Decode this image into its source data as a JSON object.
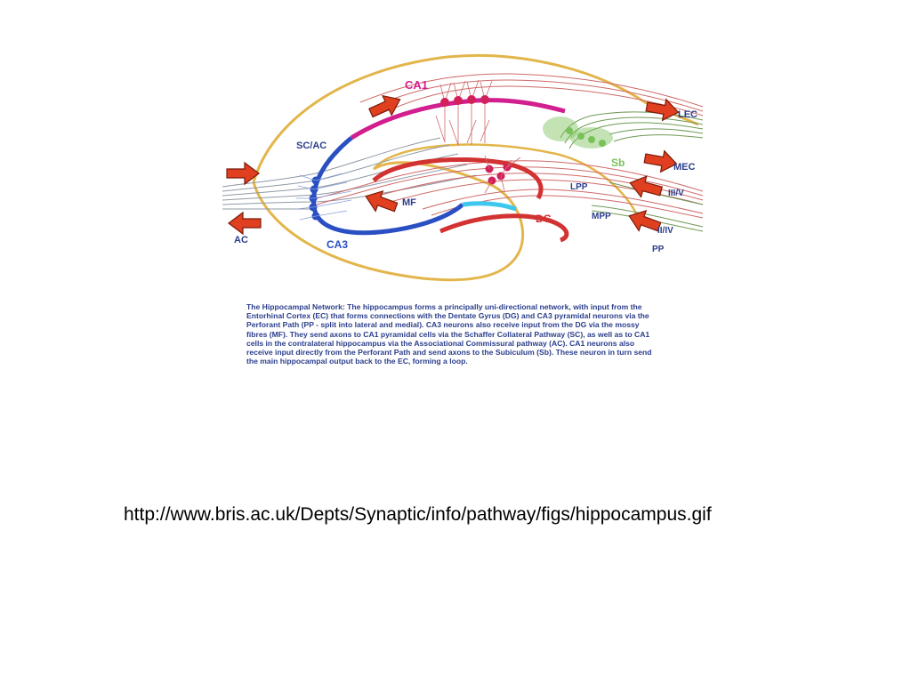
{
  "diagram": {
    "labels": {
      "ca1": "CA1",
      "sc_ac": "SC/AC",
      "ac": "AC",
      "ca3": "CA3",
      "mf": "MF",
      "dg": "DG",
      "lpp": "LPP",
      "mpp": "MPP",
      "sb": "Sb",
      "lec": "LEC",
      "mec": "MEC",
      "iii_v": "III/V",
      "ii_iv": "II/IV",
      "pp": "PP"
    },
    "colors": {
      "outline": "#e3b54a",
      "ca1": "#d21f8f",
      "ca3": "#2a4fc2",
      "dg": "#d23232",
      "mf_bundle": "#3ec8ee",
      "sb": "#79c25a",
      "fibres_red": "#cf6a6a",
      "fibres_green": "#6e9a55",
      "fibres_grey": "#8f9aa5",
      "arrow": "#e0401f",
      "label_text": "#2b3e8c"
    }
  },
  "caption": "The Hippocampal Network: The hippocampus forms a principally uni-directional network, with input from the Entorhinal Cortex (EC) that forms connections with the Dentate Gyrus (DG) and CA3 pyramidal neurons via the Perforant Path (PP - split into lateral and medial). CA3 neurons also receive input from the DG via the mossy fibres (MF). They send axons to CA1 pyramidal cells via the Schaffer Collateral Pathway (SC), as well as to CA1 cells in the contralateral hippocampus via the Associational Commissural pathway (AC). CA1 neurons also receive input directly from the Perforant Path and send axons to the Subiculum (Sb). These neuron in turn send the main hippocampal output back to the EC, forming a loop.",
  "source_url": "http://www.bris.ac.uk/Depts/Synaptic/info/pathway/figs/hippocampus.gif"
}
